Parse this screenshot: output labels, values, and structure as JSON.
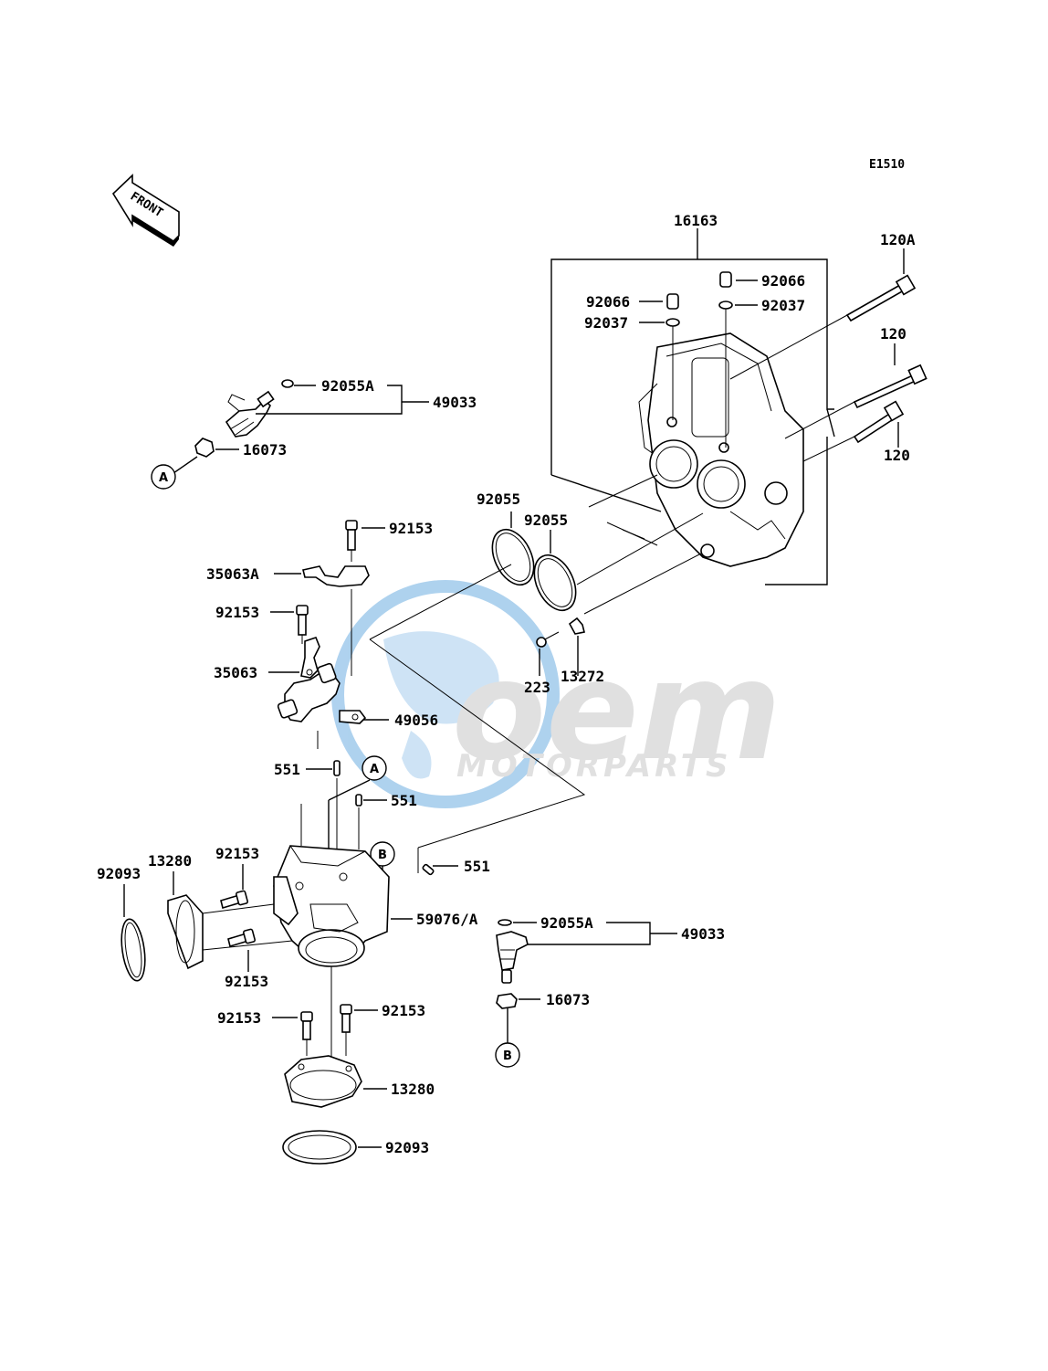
{
  "diagram_code": "E1510",
  "front_label": "FRONT",
  "watermark": {
    "brand": "oem",
    "sub": "MOTORPARTS",
    "color_blue": "#1a7fd0",
    "color_grey": "#a8a8a8"
  },
  "refs": {
    "a": "A",
    "b": "B"
  },
  "labels": {
    "p16163": "16163",
    "p120A": "120A",
    "p120a": "120",
    "p120b": "120",
    "p92066a": "92066",
    "p92066b": "92066",
    "p92037a": "92037",
    "p92037b": "92037",
    "p92055A_top": "92055A",
    "p49033_top": "49033",
    "p16073_top": "16073",
    "p92055a": "92055",
    "p92055b": "92055",
    "p92153_a": "92153",
    "p35063A": "35063A",
    "p92153_b": "92153",
    "p35063": "35063",
    "p49056": "49056",
    "p223": "223",
    "p13272": "13272",
    "p551_a": "551",
    "p551_b": "551",
    "p551_c": "551",
    "p13280_a": "13280",
    "p92153_c": "92153",
    "p92093_a": "92093",
    "p59076A": "59076/A",
    "p92153_d": "92153",
    "p92055A_bot": "92055A",
    "p49033_bot": "49033",
    "p16073_bot": "16073",
    "p92153_e": "92153",
    "p92153_f": "92153",
    "p13280_b": "13280",
    "p92093_b": "92093"
  }
}
